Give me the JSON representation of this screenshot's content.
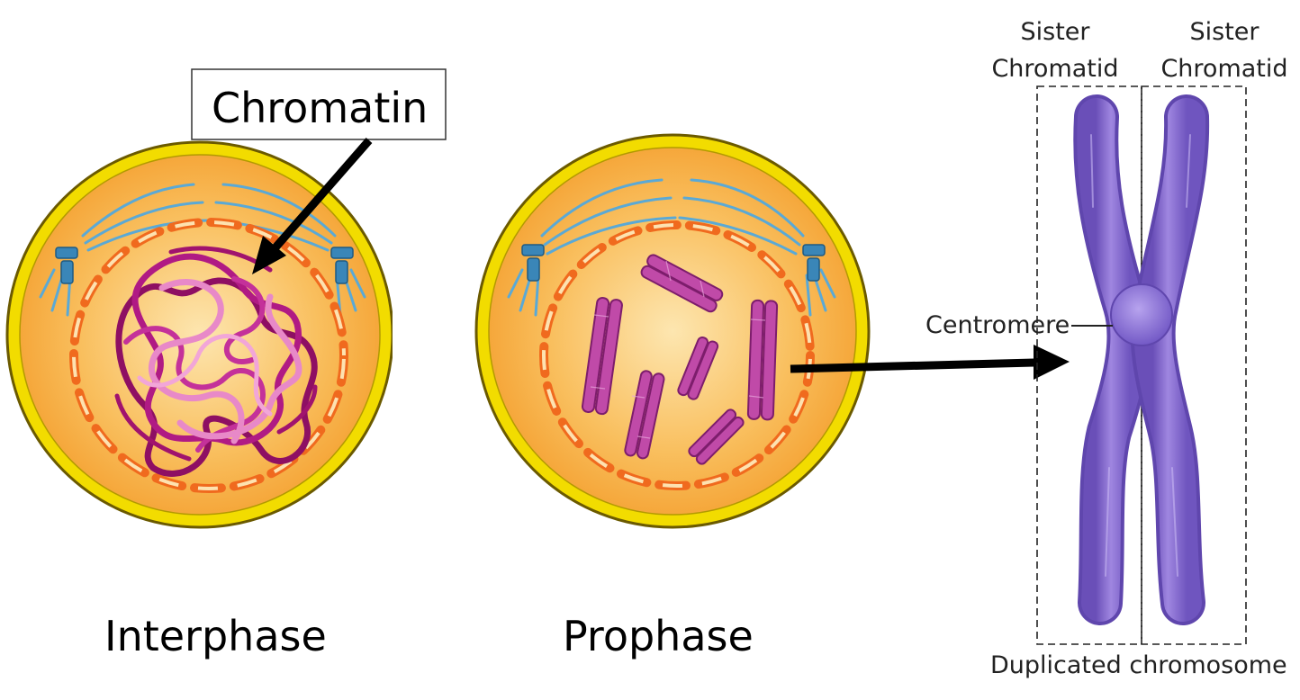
{
  "labels": {
    "chromatin": "Chromatin",
    "interphase": "Interphase",
    "prophase": "Prophase",
    "sister_chromatid_left": [
      "Sister",
      "Chromatid"
    ],
    "sister_chromatid_right": [
      "Sister",
      "Chromatid"
    ],
    "centromere": "Centromere",
    "duplicated_chromosome": "Duplicated chromosome"
  },
  "colors": {
    "cell_membrane": "#f2dc00",
    "cell_outline": "#5a4a00",
    "cytoplasm_light": "#fde2a6",
    "cytoplasm_dark": "#f6a33a",
    "nuclear_envelope": "#f06a1e",
    "spindle_fibers": "#5aa9d6",
    "centrosome": "#3a86b8",
    "chromatin_dark": "#a0136e",
    "chromatin_light": "#e889c8",
    "chromosome_prophase": "#c04aa8",
    "chromosome_duplicated": "#8a6ed0",
    "arrow": "#000000"
  }
}
